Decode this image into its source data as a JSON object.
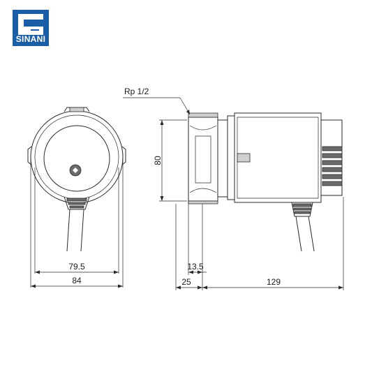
{
  "logo": {
    "text": "SINANI",
    "color": "#1a5ea8"
  },
  "thread_label": "Rp 1/2",
  "dimensions": {
    "inner_width": "79.5",
    "outer_width": "84",
    "height": "80",
    "offset": "13.5",
    "port_depth": "25",
    "length": "129"
  }
}
